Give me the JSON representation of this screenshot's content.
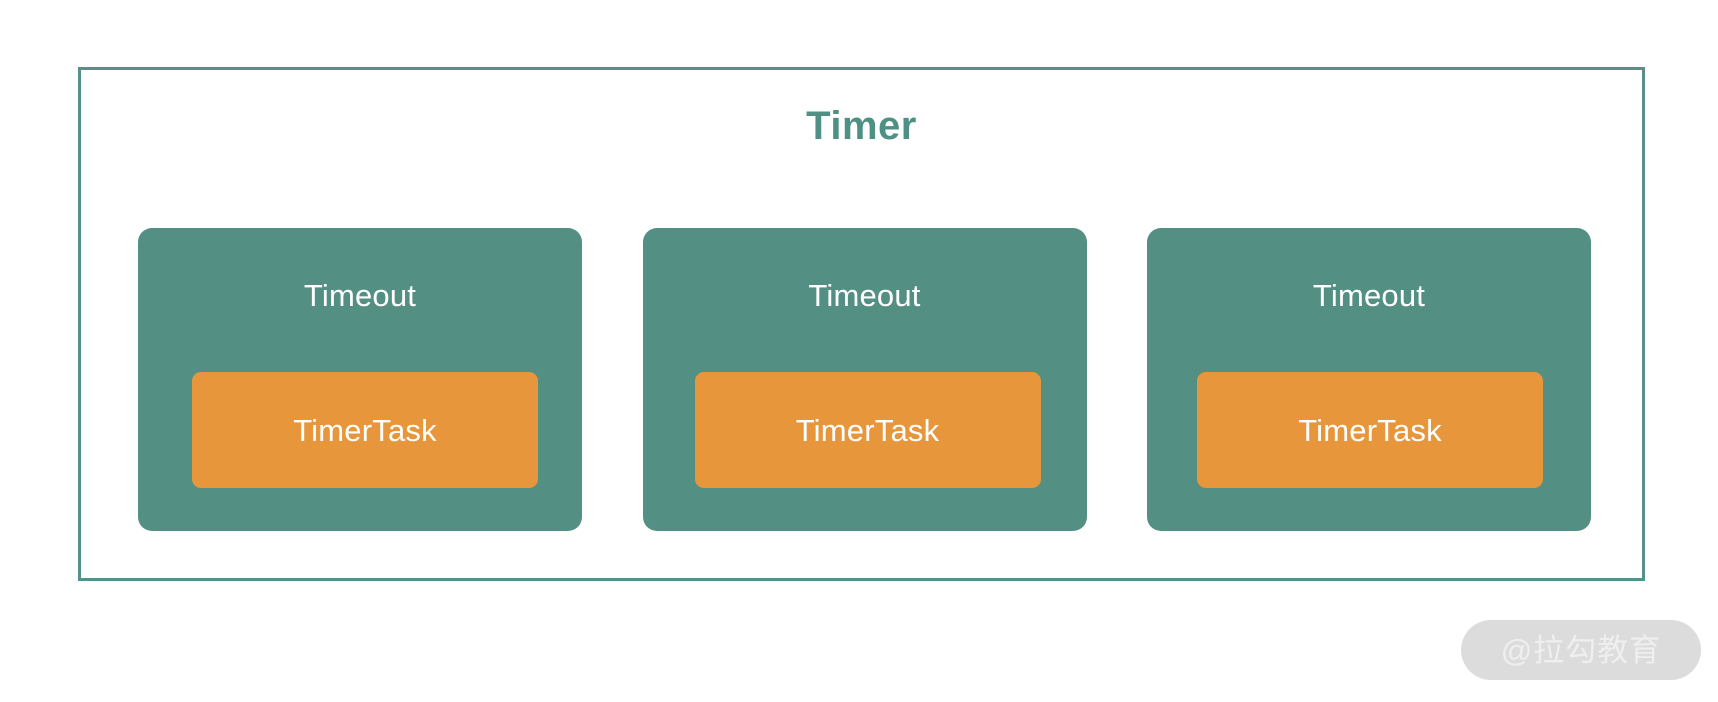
{
  "diagram": {
    "title": "Timer",
    "title_color": "#4E9083",
    "border_color": "#55908A",
    "background_color": "#ffffff",
    "card_color": "#539083",
    "task_color": "#E8963C",
    "cards": [
      {
        "timeout_label": "Timeout",
        "task_label": "TimerTask"
      },
      {
        "timeout_label": "Timeout",
        "task_label": "TimerTask"
      },
      {
        "timeout_label": "Timeout",
        "task_label": "TimerTask"
      }
    ]
  },
  "watermark": {
    "text": "@拉勾教育",
    "pill_color": "#DCDCDC",
    "text_color": "#EFEFEF"
  }
}
